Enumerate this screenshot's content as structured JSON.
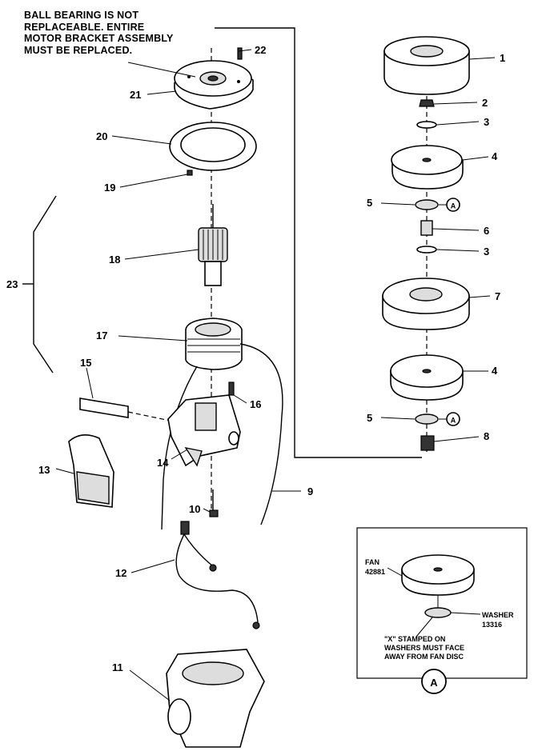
{
  "note": {
    "line1": "BALL BEARING IS NOT",
    "line2": "REPLACEABLE. ENTIRE",
    "line3": "MOTOR BRACKET ASSEMBLY",
    "line4": "MUST BE REPLACED."
  },
  "callouts": {
    "c1": "1",
    "c2": "2",
    "c3a": "3",
    "c3b": "3",
    "c4a": "4",
    "c4b": "4",
    "c5a": "5",
    "c5b": "5",
    "c6": "6",
    "c7": "7",
    "c8": "8",
    "c9": "9",
    "c10": "10",
    "c11": "11",
    "c12": "12",
    "c13": "13",
    "c14": "14",
    "c15": "15",
    "c16": "16",
    "c17": "17",
    "c18": "18",
    "c19": "19",
    "c20": "20",
    "c21": "21",
    "c22": "22",
    "c23": "23"
  },
  "detail_ref": {
    "a1": "A",
    "a2": "A",
    "inset": "A"
  },
  "inset": {
    "fan_label": "FAN",
    "fan_part": "42881",
    "washer_label": "WASHER",
    "washer_part": "13316",
    "note_line1": "\"X\" STAMPED ON",
    "note_line2": "WASHERS MUST FACE",
    "note_line3": "AWAY FROM FAN DISC"
  }
}
